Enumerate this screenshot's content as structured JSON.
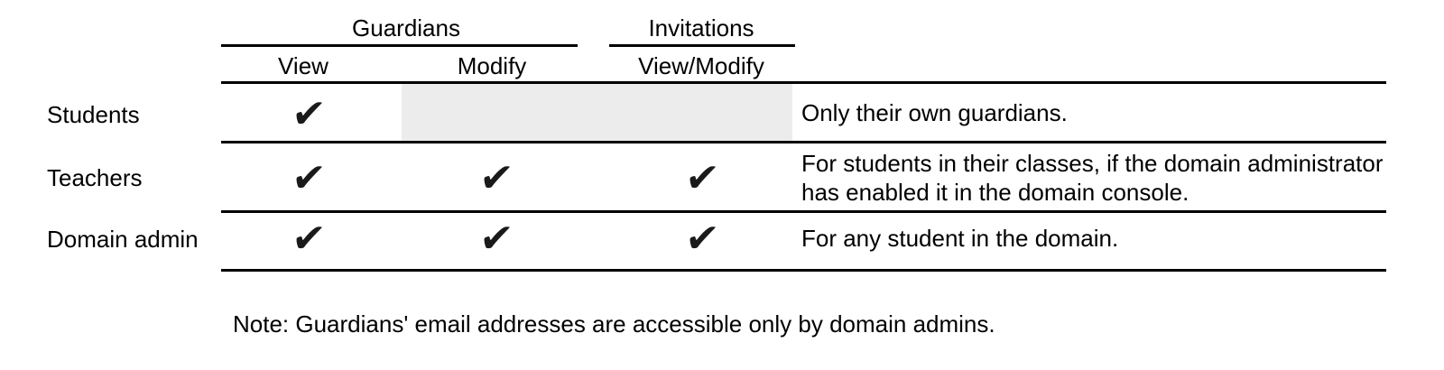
{
  "table": {
    "column_groups": [
      {
        "label": "Guardians",
        "columns": [
          "View",
          "Modify"
        ]
      },
      {
        "label": "Invitations",
        "columns": [
          "View/Modify"
        ]
      }
    ],
    "columns": {
      "view": "View",
      "modify": "Modify",
      "view_modify": "View/Modify"
    },
    "check_glyph": "✔",
    "rows": [
      {
        "label": "Students",
        "guardians_view": true,
        "guardians_modify": false,
        "invitations_view_modify": false,
        "note": "Only their own guardians."
      },
      {
        "label": "Teachers",
        "guardians_view": true,
        "guardians_modify": true,
        "invitations_view_modify": true,
        "note": "For students in their classes, if the domain administrator has enabled it in the domain console."
      },
      {
        "label": "Domain admin",
        "guardians_view": true,
        "guardians_modify": true,
        "invitations_view_modify": true,
        "note": "For any student in the domain."
      }
    ]
  },
  "footnote": "Note: Guardians' email addresses are accessible only by domain admins.",
  "colors": {
    "text": "#000000",
    "rule": "#000000",
    "shaded_cell": "#ececec",
    "background": "#ffffff"
  }
}
